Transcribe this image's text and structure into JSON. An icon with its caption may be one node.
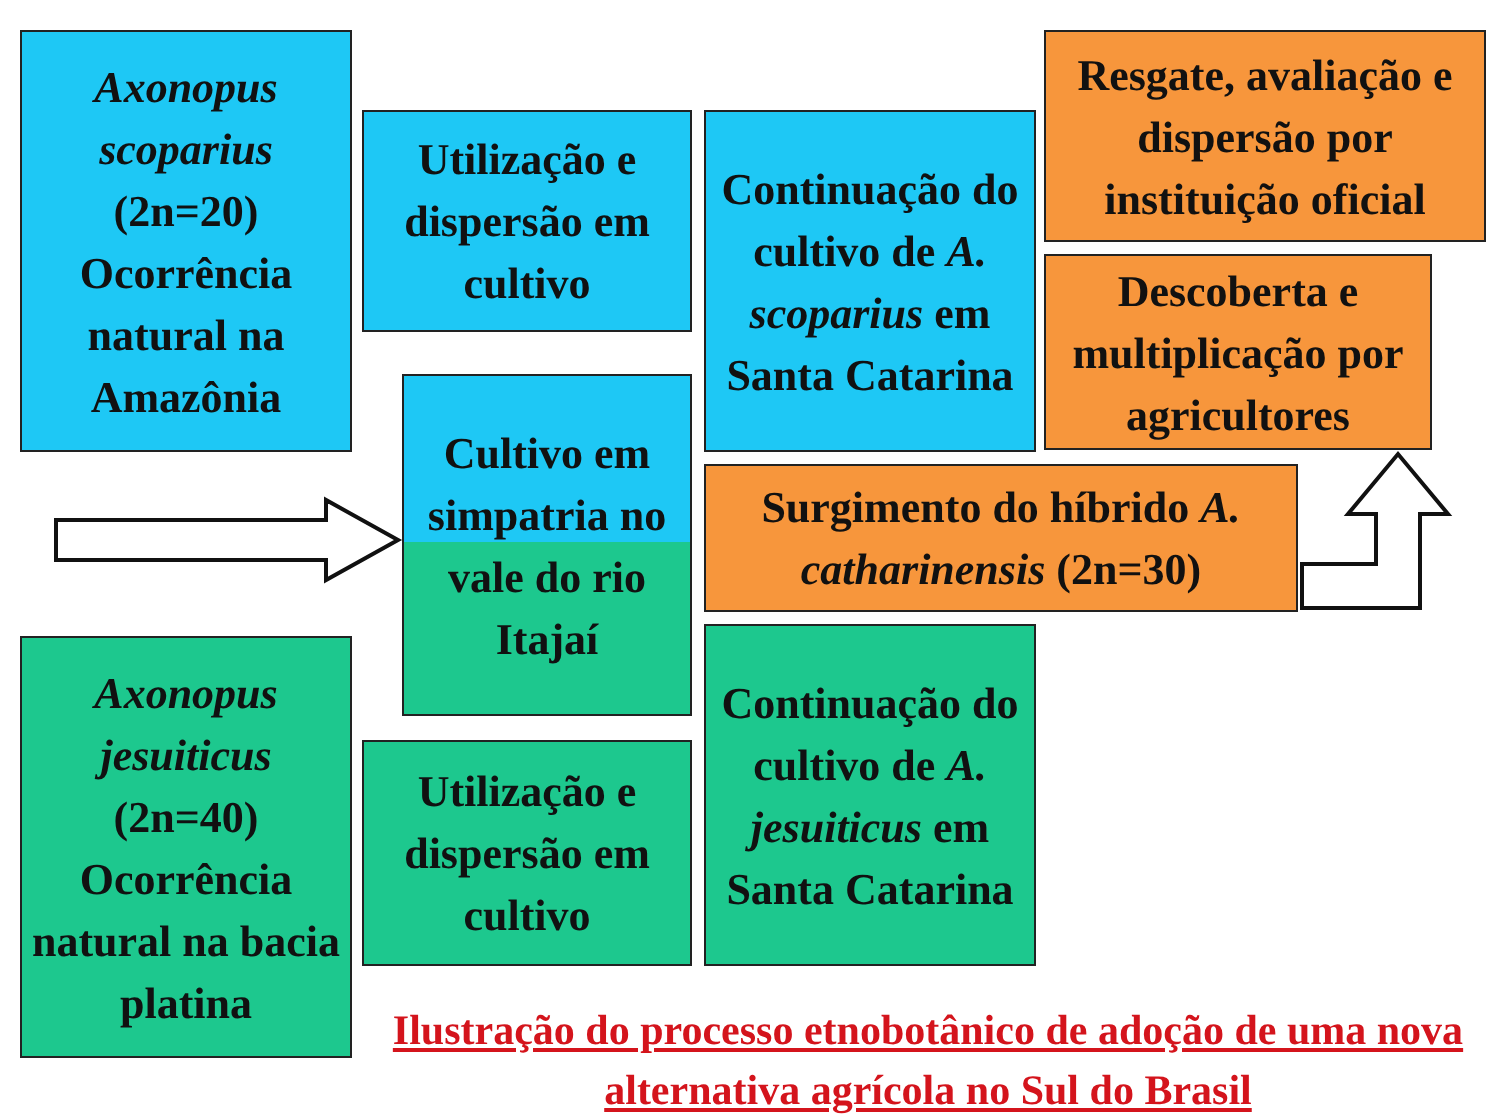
{
  "diagram": {
    "caption": "Ilustração do processo etnobotânico de adoção de uma nova alternativa agrícola no Sul do Brasil",
    "nodes": [
      {
        "text": [
          "*Axonopus scoparius* (2n=20) Ocorrência natural na Amazônia"
        ]
      },
      {
        "text": [
          "Utilização e dispersão em cultivo"
        ]
      },
      {
        "text": [
          "Continuação do cultivo de *A. scoparius* em Santa Catarina"
        ]
      },
      {
        "text": [
          "Resgate, avaliação e dispersão por instituição oficial"
        ]
      },
      {
        "text": [
          "Descoberta e multiplicação por agricultores"
        ]
      },
      {
        "text": [
          "Cultivo em simpatria no vale do rio Itajaí"
        ]
      },
      {
        "text": [
          "Surgimento do híbrido *A. catharinensis* (2n=30)"
        ]
      },
      {
        "text": [
          "*Axonopus jesuiticus* (2n=40) Ocorrência natural na bacia platina"
        ]
      },
      {
        "text": [
          "Utilização e dispersão em cultivo"
        ]
      },
      {
        "text": [
          "Continuação do cultivo de *A. jesuiticus* em Santa Catarina"
        ]
      }
    ],
    "edges": [
      {
        "from": null,
        "to": 5,
        "arrow": "to"
      },
      {
        "from": 6,
        "to": 4,
        "arrow": "to"
      }
    ]
  }
}
